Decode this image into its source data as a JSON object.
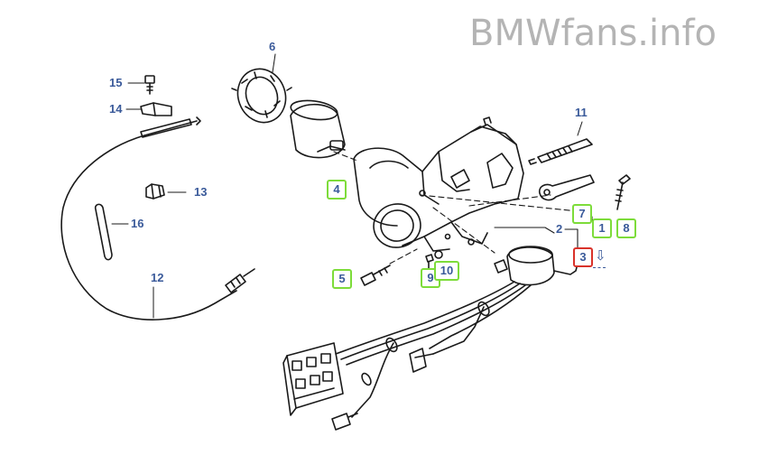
{
  "watermark": "BMWfans.info",
  "callouts": {
    "c1": "1",
    "c2": "2",
    "c3": "3",
    "c4": "4",
    "c5": "5",
    "c6": "6",
    "c7": "7",
    "c8": "8",
    "c9": "9",
    "c10": "10",
    "c11": "11",
    "c12": "12",
    "c13": "13",
    "c14": "14",
    "c15": "15",
    "c16": "16"
  },
  "indicator_glyph": "⇩",
  "colors": {
    "highlight_box": "#7ddc3a",
    "selected_box": "#d9322a",
    "callout_text": "#3a5a9a",
    "watermark": "#b4b4b4"
  }
}
